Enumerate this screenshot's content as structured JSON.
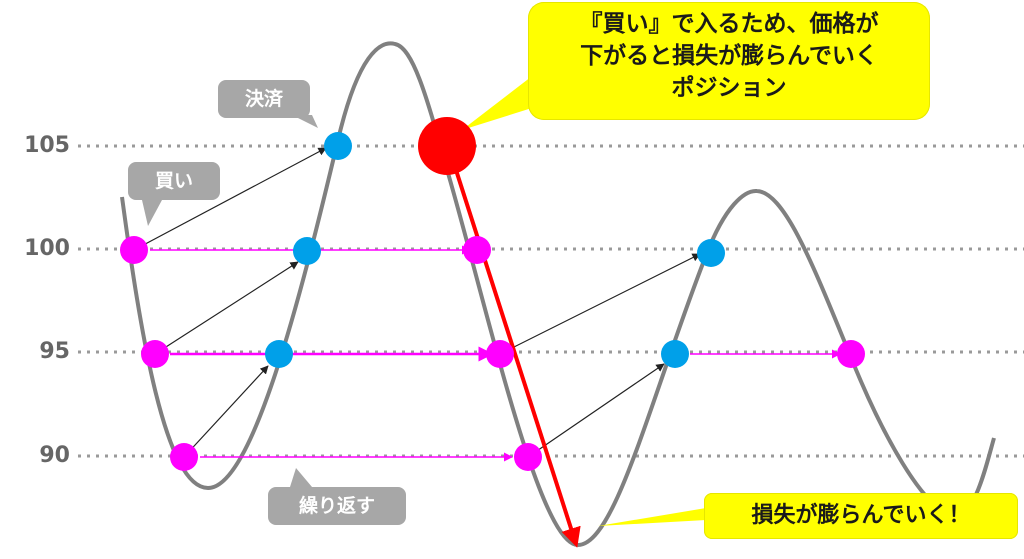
{
  "price_levels": [
    "105",
    "100",
    "95",
    "90"
  ],
  "tags": {
    "settle": "決済",
    "buy": "買い",
    "repeat": "繰り返す"
  },
  "callouts": {
    "main_line1": "『買い』で入るため、価格が",
    "main_line2": "下がると損失が膨らんでいく",
    "main_line3": "ポジション",
    "loss": "損失が膨らんでいく！"
  },
  "colors": {
    "buy_point": "#ff00ff",
    "settle_point": "#00a0e9",
    "entry_point": "#ff0000",
    "price_curve": "#808080",
    "loss_arrow": "#ff0000",
    "callout": "#ffff00",
    "tag": "#a7a7a7"
  }
}
